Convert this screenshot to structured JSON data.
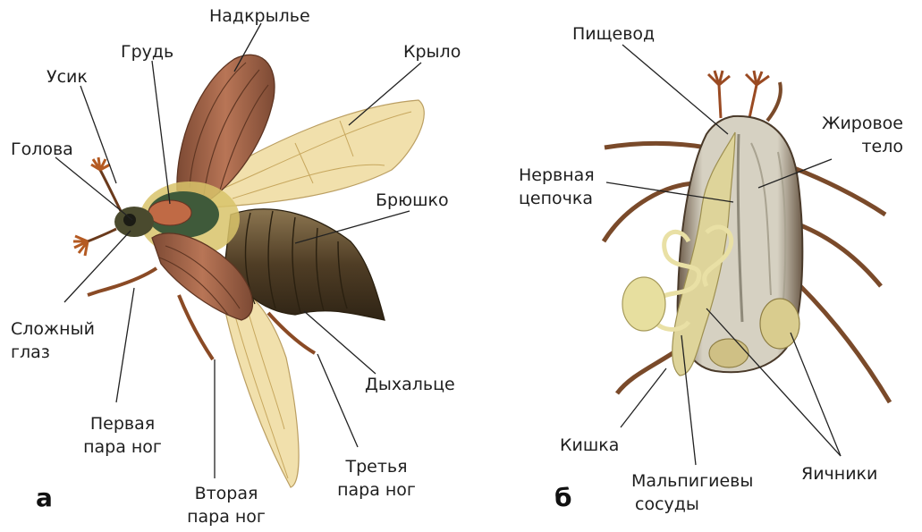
{
  "panel_a": {
    "letter": "а",
    "labels": {
      "nadkrylye": "Надкрылье",
      "grud": "Грудь",
      "usik": "Усик",
      "krylo": "Крыло",
      "golova": "Голова",
      "bryushko": "Брюшко",
      "slozhny_glaz": [
        "Сложный",
        "глаз"
      ],
      "dykhaltse": "Дыхальце",
      "pervaya_para": [
        "Первая",
        "пара ног"
      ],
      "tretya_para": [
        "Третья",
        "пара ног"
      ],
      "vtoraya_para": [
        "Вторая",
        "пара ног"
      ]
    }
  },
  "panel_b": {
    "letter": "б",
    "labels": {
      "pishchevod": "Пищевод",
      "zhirovoe_telo": [
        "Жировое",
        "тело"
      ],
      "nervnaya_tsepochka": [
        "Нервная",
        "цепочка"
      ],
      "kishka": "Кишка",
      "malpigievy": [
        "Мальпигиевы",
        "сосуды"
      ],
      "yaichniki": "Яичники"
    }
  },
  "colors": {
    "elytra": "#a9674a",
    "wing": "#f1dfa8",
    "abdomen": "#5e4a2e",
    "hairs": "#d8c36a",
    "dissected_body": "#c9c3b0",
    "organs": "#e7df9f"
  }
}
